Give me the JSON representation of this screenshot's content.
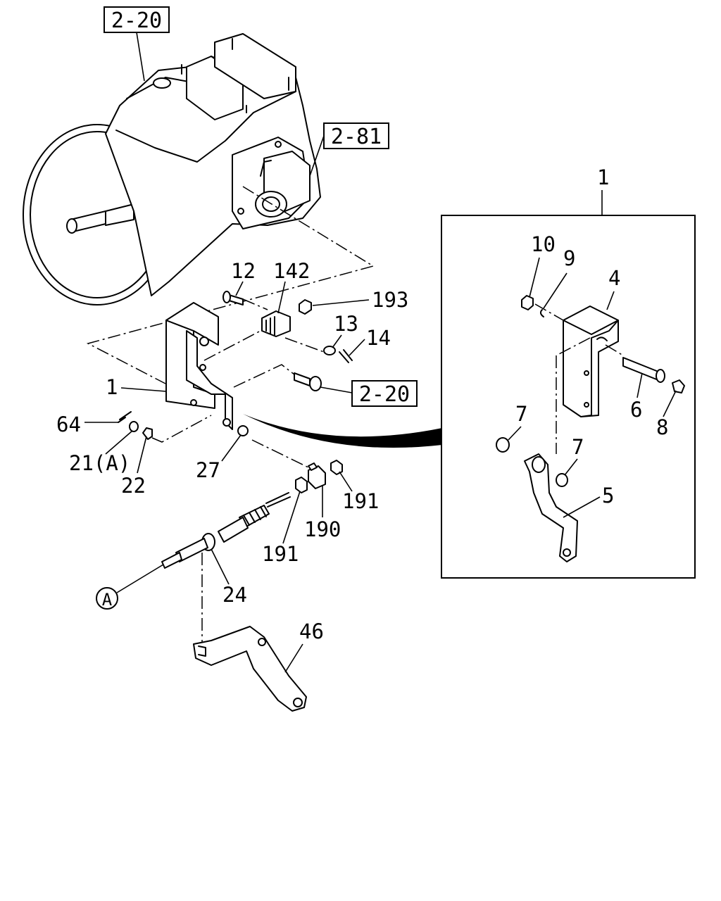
{
  "refs": {
    "r1": "2-20",
    "r2": "2-81",
    "r3": "2-20"
  },
  "callouts": {
    "c1": "1",
    "c12": "12",
    "c142": "142",
    "c193": "193",
    "c13": "13",
    "c14": "14",
    "c64": "64",
    "c21": "21(A)",
    "c22": "22",
    "c27": "27",
    "c191a": "191",
    "c190": "190",
    "c191b": "191",
    "c24": "24",
    "c46": "46",
    "cA": "A"
  },
  "inset": {
    "title": "1",
    "c10": "10",
    "c9": "9",
    "c4": "4",
    "c6": "6",
    "c8": "8",
    "c7a": "7",
    "c7b": "7",
    "c5": "5"
  }
}
